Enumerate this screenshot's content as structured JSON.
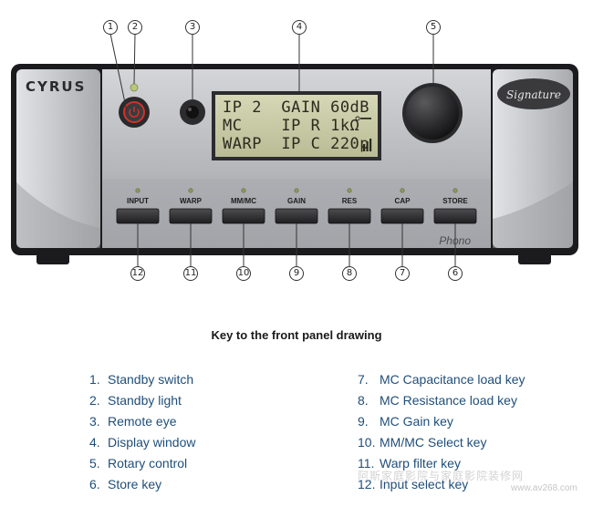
{
  "device": {
    "brand_logo": "CYRUS",
    "model_script": "Phono",
    "signature_logo": "Signature"
  },
  "display": {
    "lines": [
      "IP 2  GAIN 60dB",
      "MC    IP R 1kΩ",
      "WARP  IP C 220p"
    ]
  },
  "buttons": [
    {
      "label": "INPUT",
      "callout": "12"
    },
    {
      "label": "WARP",
      "callout": "11"
    },
    {
      "label": "MM/MC",
      "callout": "10"
    },
    {
      "label": "GAIN",
      "callout": "9"
    },
    {
      "label": "RES",
      "callout": "8"
    },
    {
      "label": "CAP",
      "callout": "7"
    },
    {
      "label": "STORE",
      "callout": "6"
    }
  ],
  "top_callouts": [
    "1",
    "2",
    "3",
    "4",
    "5"
  ],
  "key": {
    "title": "Key to the front panel drawing",
    "left": [
      {
        "num": "1.",
        "text": "Standby switch"
      },
      {
        "num": "2.",
        "text": "Standby light"
      },
      {
        "num": "3.",
        "text": "Remote eye"
      },
      {
        "num": "4.",
        "text": "Display window"
      },
      {
        "num": "5.",
        "text": "Rotary control"
      },
      {
        "num": "6.",
        "text": "Store key"
      }
    ],
    "right": [
      {
        "num": "7.",
        "text": "MC Capacitance load key"
      },
      {
        "num": "8.",
        "text": "MC Resistance load key"
      },
      {
        "num": "9.",
        "text": "MC Gain key"
      },
      {
        "num": "10.",
        "text": "MM/MC Select key"
      },
      {
        "num": "11.",
        "text": "Warp filter key"
      },
      {
        "num": "12.",
        "text": "Input select key"
      }
    ]
  },
  "watermark": {
    "text": "阿斯家庭影院与家庭影院装修网",
    "url": "www.av268.com"
  },
  "colors": {
    "key_text": "#1f4e79",
    "panel": "#b9babd",
    "lcd": "#c7c9a6",
    "standby_red": "#d0322a",
    "led": "#b7c87a"
  }
}
